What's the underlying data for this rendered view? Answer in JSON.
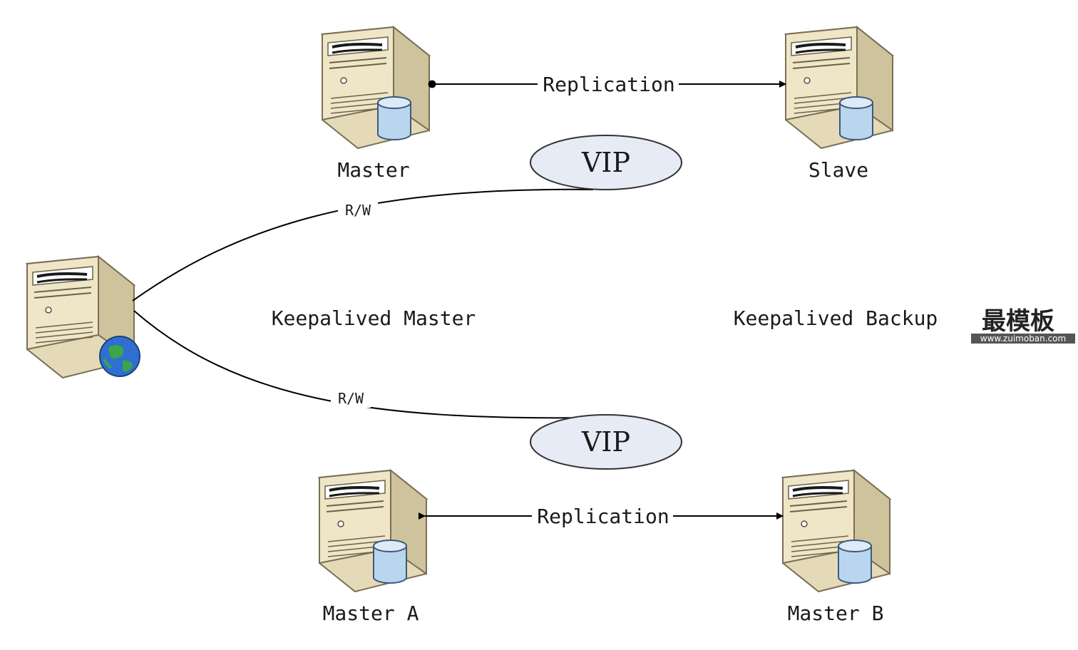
{
  "diagram": {
    "nodes": {
      "master": {
        "label": "Master",
        "icon": "database-server-icon"
      },
      "slave": {
        "label": "Slave",
        "icon": "database-server-icon"
      },
      "client": {
        "label": "",
        "icon": "web-server-icon"
      },
      "master_a": {
        "label": "Master A",
        "icon": "database-server-icon"
      },
      "master_b": {
        "label": "Master B",
        "icon": "database-server-icon"
      }
    },
    "vip_top": "VIP",
    "vip_bottom": "VIP",
    "replication_top": "Replication",
    "replication_bottom": "Replication",
    "rw_top": "R/W",
    "rw_bottom": "R/W",
    "keepalived_master": "Keepalived Master",
    "keepalived_backup": "Keepalived Backup"
  },
  "watermark": {
    "title": "最模板",
    "url": "www.zuimoban.com"
  },
  "colors": {
    "server_body": "#efe6c8",
    "server_shade": "#d9cda4",
    "db_cylinder": "#b9d6ee",
    "vip_fill": "#e6ebf6",
    "line": "#000000"
  }
}
